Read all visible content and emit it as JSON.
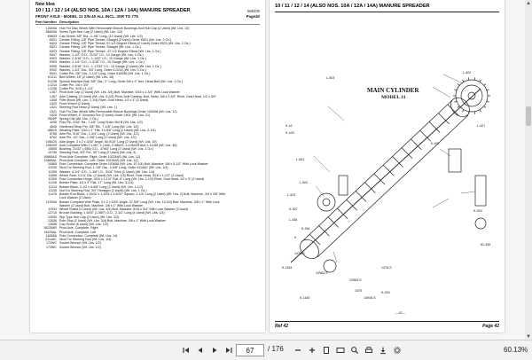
{
  "viewer": {
    "current_page": "67",
    "page_separator": "/ 176",
    "zoom": "60.13%"
  },
  "left_page": {
    "brand": "New Idea",
    "title": "10 / 11 / 12 / 14 (ALSO NOS. 10A / 12A / 14A) MANURE SPREADER",
    "code": "566330",
    "subtitle": "FRONT AXLE - MODEL 11 S/N 40 ALL INCL. 3SR TO 775",
    "subtitle_page": "Page40",
    "col_part": "Part Number",
    "col_desc": "Description",
    "parts": [
      {
        "pn": "12649A",
        "desc": "Hub For Disc Wheel With Removable Bronze Bushings And Hub Cap (2 Used) (Wt. Lbs. 12)"
      },
      {
        "pn": "56649A",
        "desc": "Screw Type Hub Cap (2 Used) (Wt. Lbs. 1/2)"
      },
      {
        "pn": "K6633",
        "desc": "Cap Screw, 3/8\" Dia., 1-1/8\" Long, (12 Used) (Wt. Lbs. 1/2)"
      },
      {
        "pn": "K821",
        "desc": "Grease Fitting, 1/8\" Pipe Thread, Straight (2 Used) Order K821 (Wt. Lbs. 2 Oz.)"
      },
      {
        "pn": "K823",
        "desc": "Grease Fitting, 1/8\" Pipe Thread, 67-1/2 Degree Elbow (2 Used) Order K823 (Wt. Lbs. 2 Oz.)"
      },
      {
        "pn": "K821",
        "desc": "Grease Fitting, 1/8\" Pipe Thread, Straight (Wt. Lbs. 1 Oz.)"
      },
      {
        "pn": "K823",
        "desc": "Grease Fitting, 1/8\" Pipe Thread - 67-1/2 Degree Elbow (Wt. Lbs. 1 Oz.)"
      },
      {
        "pn": "K847",
        "desc": "Washer, 1-1/2\" O.D., 21/32\" I.D., 12 Gauge (Wt. Lbs. 1 Oz.)"
      },
      {
        "pn": "K903",
        "desc": "Washer, 2-3/16\" O.D., 1-1/32\" I.D., 10 Gauge (Wt. Lbs. 1 Oz.)"
      },
      {
        "pn": "K905",
        "desc": "Washer, 2-1/4\" O.D., 1-3/16\" I.D., 10 Gauge (Wt. Lbs. 1 Oz.)"
      },
      {
        "pn": "K906",
        "desc": "Washer, 2-9/16\" O.D., 1-17/32\" I.D., 10 Gauge (2 Used) (Wt. Lbs. 1 Oz.)"
      },
      {
        "pn": "K932",
        "desc": "Washer, 1-3/4\" Dia., 3/4\" Long, Order 0-0214 (Wt. Lbs. 1 Oz.)"
      },
      {
        "pn": "K941",
        "desc": "Cotter Pin, 1/8\" Dia., 1-1/4\" Long, Order 518256 (Wt. Lbs. 1 Oz.)"
      },
      {
        "pn": "K1211",
        "desc": "Bed Wheel, 18\" (2 Used) (Wt. Lbs. 18)"
      },
      {
        "pn": "K1238",
        "desc": "Special Machine Bolt, 5/8\" Dia., 2\" Long, Order 5/8 x 2\" Hex. Head Bolt (Wt. Lbs. 1 Oz.)"
      },
      {
        "pn": "L1214",
        "desc": "Cotter Pin, 1/8 x 3/4\""
      },
      {
        "pn": "L1236",
        "desc": "Cotter Pin, 3/16 x 1-1/4\""
      },
      {
        "pn": "L457",
        "desc": "Pivot Axle Cap (2 Used) (Wt. Lbs. 3/4) Bolt, Machine, 5/16 x 2-3/4\" With Lock Washer"
      },
      {
        "pn": "L457",
        "desc": "Axle Casting, (2 Used) (Wt. Lbs. 6-3/4) Pivot, Axle Casting, Bolt, Head, 3/8 x 2-3/4\" Rivet, Oval Head, 1/2 x 3/4\""
      },
      {
        "pn": "L506",
        "desc": "Filler Block (Wt. Lbs. 1-1/4) Rivet, Oval Head, 1/2 x 3\" (2 Used)"
      },
      {
        "pn": "L520",
        "desc": "Front Wheel (2 Used)"
      },
      {
        "pn": "L521",
        "desc": "Steering Rod Head (2 Used) (Wt. Lbs. 1)"
      },
      {
        "pn": "L521",
        "desc": "Hub For Disc Wheel With Removable Bronze Bushings Order 12649A (Wt. Lbs. 12)"
      },
      {
        "pn": "L525",
        "desc": "Front Wheel, 4\" Grooved Tire (2 Used) Order L501 (Wt. Lbs. 21)"
      },
      {
        "pn": "2626P",
        "desc": "Spring Clip (Wt. Lbs. 2 Oz.)"
      },
      {
        "pn": "4295",
        "desc": "Pole Pin, 9/16\" Rd., 7-1/8\" Long Order 454 B (Wt. Lbs. 1/2)"
      },
      {
        "pn": "4645",
        "desc": "Hardened Strap Pin, 3/8\" Rd., 7-1/8\" Long (Wt. Lbs. 1/2)"
      },
      {
        "pn": "4862S",
        "desc": "Wearing Plate, 3/16 x 2\" Flat, 13-5/8\" Long (2 Used) (Wt. Lbs. 2-1/4)"
      },
      {
        "pn": "6765",
        "desc": "Axle Pin, 9/16\" Dia., 1-3/4\" Long, (2 Used) (Wt. Lbs. 1/2)"
      },
      {
        "pn": "8762",
        "desc": "Axle Pin, 1/2\" Dia., 1-3/8\" Long (2 Used) (Wt. Lbs. 1/2)"
      },
      {
        "pn": "10602S",
        "desc": "Axle Angle, 3 x 2 x 3/16\" Angle, 60-9/16\" Long (2 Used) (Wt. Lbs. 19)"
      },
      {
        "pn": "10603S",
        "desc": "Axle Complete With 2-L457, 1-L506, 2-4862S, 2-10602S And 1-11165 (Wt. Lbs. 48)"
      },
      {
        "pn": "10605",
        "desc": "Bushing, 21/32\" (.656) O.D., 47/64\" Long (2 Used) (Wt. Lbs. 1 Oz.)"
      },
      {
        "pn": "10755",
        "desc": "Steering Rod, 3/4\" Rd., 39\" Long (2 Used) (Wt. Lbs. 3)"
      },
      {
        "pn": "10865AS",
        "desc": "Pivot Axle Complete, Right, Order 10226AS (Wt. Lbs. 12)"
      },
      {
        "pn": "10865AL",
        "desc": "Pivot Axle Complete, Left, Order 10226AS (Wt. Lbs. 12)"
      },
      {
        "pn": "10865",
        "desc": "Pole Connection, Complete Order 10365A (Wt. Lbs. 10 1/4) Bolt, Machine, 5/8 x 5-1/2\" With Lock Washer"
      },
      {
        "pn": "11030",
        "desc": "Stud For Steering Rod, 1-1/8\" Dia., 3-5/8\" Long, Order 0114AC (Wt. Lbs. 1/4)"
      },
      {
        "pn": "11265",
        "desc": "Washer, 4-1/4\" O.D., 1-3/8\" I.D., 3/16\" Thick (2 Used) (Wt. Lbs. 1/4)"
      },
      {
        "pn": "11896",
        "desc": "Wheel Seat, 4-1/4\" Dia. (2 Used) (Wt. Lbs. 1/4) Rivet, Oval Head, 5/16 x 1-1/2\" (2 Used)"
      },
      {
        "pn": "11305",
        "desc": "Pole Connection Hinge, 3/16 x 3-1/4\" Flat, 8\" Long (Wt. Lbs. 2-1/2) Rivet, Oval Head, 1/2 x 3\" (2 Used)"
      },
      {
        "pn": "11106",
        "desc": "Bolster Plate, 1/4 x 3\" Flat, 17\" Long (Wt. Lbs. 3-1/4)"
      },
      {
        "pn": "11114",
        "desc": "Bolster Block, 2-1/2 x 4-5/8\" Long (2 Used) (Wt. Lbs. 1-1/2)"
      },
      {
        "pn": "11135",
        "desc": "Nut For Steering Rod, 3/4\" Hexagon (2 Used) (Wt. Lbs. 1 Oz.)"
      },
      {
        "pn": "11476",
        "desc": "Bolster End Block, 1-15/32 x 1-9/32 x 3-5/32\" Square, 2-1/4\" Long (2 Used) (Wt. Lbs. 2) Bolt, Machine, 3/4 x 3/8\" With"
      },
      {
        "pn": "",
        "desc": "Lock Washer (2 Used)"
      },
      {
        "pn": "11925A",
        "desc": "Bolster Complete With Plate, 3 x 2 x 3/16\" Angle, 37-5/8\" Long (Wt. Lbs. 13-3/4) Bolt, Machine, 3/8 x 1\" With Lock"
      },
      {
        "pn": "",
        "desc": "Washer (2 Used) Bolt, Machine, 3/8 x 1\" With Lock Washer"
      },
      {
        "pn": "11933",
        "desc": "Wheel Shield (2 Used) (Wt. Lbs. 3/4) Bolt, Machine, 5/16 x 3/4\" With Lock Washer (2 Used)"
      },
      {
        "pn": "12715",
        "desc": "Bronze Bushing, 1-9/16\" (1.560\") O.D., 2-1/2\" Long (4 Used) (Wt. Lbs. 1/4)"
      },
      {
        "pn": "12630",
        "desc": "Slip Type Hub Cap (2 Used) (Wt. Lbs. 1/2)"
      },
      {
        "pn": "12636",
        "desc": "Pole Stop (2 Used) (Wt. Lbs. 3/4) Bolt, Machine, 3/8 x 1\" With Lock Washer"
      },
      {
        "pn": "12656",
        "desc": "Cap Screw (6 Used) (Wt. Lbs. 1/2)"
      },
      {
        "pn": "16225AR",
        "desc": "Pivot Axle, Complete, Right"
      },
      {
        "pn": "16225AL",
        "desc": "Pivot Axle, Complete, Left"
      },
      {
        "pn": "16365A",
        "desc": "Pole Connection, Complete (Wt. Lbs. 14)"
      },
      {
        "pn": "0114AC",
        "desc": "Stud For Steering Rod (Wt. Lbs. 1/4)"
      },
      {
        "pn": "172WC",
        "desc": "Socket Wrench (Wt. Lbs. 1/2)"
      },
      {
        "pn": "173WC",
        "desc": "Socket Wrench (Wt. Lbs. 1/2)"
      }
    ]
  },
  "right_page": {
    "header": "10 / 11 / 12 / 14 (ALSO NOS. 10A / 12A / 14A) MANURE SPREADER",
    "diagram_title": "MAIN CYLINDER",
    "diagram_subtitle": "MODEL 11",
    "ref_left": "Ref   42",
    "ref_right": "Page   42",
    "page_number": "—42—",
    "labels": [
      {
        "name": "label-l-503",
        "text": "L-503"
      },
      {
        "name": "label-k-42",
        "text": "K-42"
      },
      {
        "name": "label-k-433",
        "text": "K-433"
      },
      {
        "name": "label-l-501",
        "text": "L-501"
      },
      {
        "name": "label-l-502",
        "text": "L-502"
      },
      {
        "name": "label-l-523",
        "text": "L-523"
      },
      {
        "name": "label-k-907",
        "text": "K-907"
      },
      {
        "name": "label-l-436",
        "text": "L-436"
      },
      {
        "name": "label-k-941",
        "text": "K-941"
      },
      {
        "name": "label-9",
        "text": "9"
      },
      {
        "name": "label-1476-a",
        "text": "1476-S"
      },
      {
        "name": "label-14982",
        "text": "14982-S"
      },
      {
        "name": "label-k-1164",
        "text": "K-1164"
      },
      {
        "name": "label-1476-b",
        "text": "1476-S"
      },
      {
        "name": "label-k-1164-b",
        "text": "K-1164"
      },
      {
        "name": "label-10983",
        "text": "10983-S"
      },
      {
        "name": "label-1475",
        "text": "1475"
      },
      {
        "name": "label-14945",
        "text": "14945-S"
      },
      {
        "name": "label-k-924",
        "text": "K-924"
      },
      {
        "name": "label-81-339",
        "text": "81-339"
      },
      {
        "name": "label-l-402",
        "text": "L-402"
      },
      {
        "name": "label-l-427",
        "text": "L-427"
      },
      {
        "name": "label-k-924-b",
        "text": "K-924"
      },
      {
        "name": "label-k-407",
        "text": "K-407"
      }
    ]
  },
  "colors": {
    "page_bg": "#ffffff",
    "viewer_bg": "#f6f6f6",
    "toolbar_bg": "#f2f2f2",
    "ink": "#111111"
  },
  "icons": [
    "first-page-icon",
    "previous-page-icon",
    "next-page-icon",
    "last-page-icon",
    "zoom-out-icon",
    "zoom-in-icon",
    "fit-page-icon",
    "fit-width-icon",
    "search-icon",
    "print-icon",
    "download-icon",
    "settings-icon"
  ]
}
